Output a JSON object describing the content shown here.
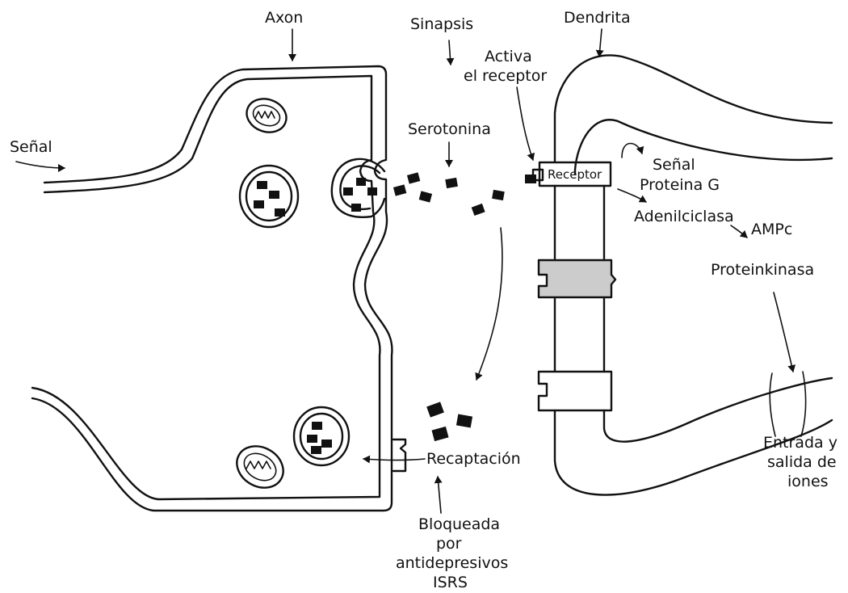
{
  "labels": {
    "axon": "Axon",
    "sinapsis": "Sinapsis",
    "dendrita": "Dendrita",
    "activa_line1": "Activa",
    "activa_line2": "el receptor",
    "senal_left": "Señal",
    "serotonina": "Serotonina",
    "receptor": "Receptor",
    "senal_right": "Señal",
    "proteina_g": "Proteina G",
    "adenilciclasa": "Adenilciclasa",
    "ampc": "AMPc",
    "proteinkinasa": "Proteinkinasa",
    "recaptacion": "Recaptación",
    "bloqueada_line1": "Bloqueada",
    "bloqueada_line2": "por",
    "bloqueada_line3": "antidepresivos",
    "bloqueada_line4": "ISRS",
    "iones_line1": "Entrada y",
    "iones_line2": "salida de",
    "iones_line3": "iones"
  },
  "colors": {
    "ink": "#111111",
    "channel_fill": "#cccccc",
    "background": "#ffffff"
  }
}
